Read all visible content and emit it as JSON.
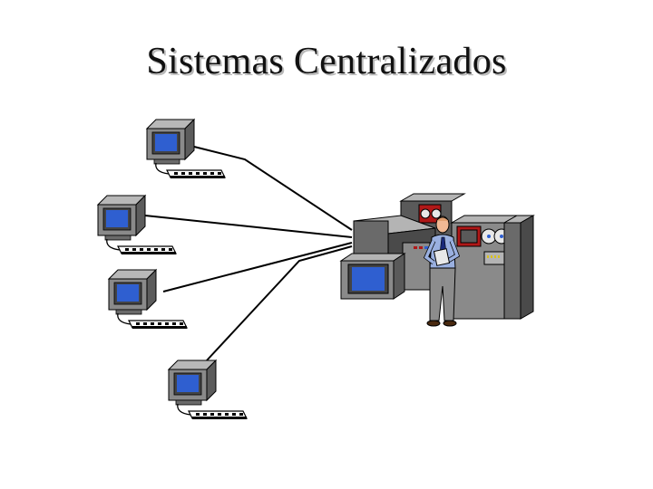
{
  "slide": {
    "title": "Sistemas Centralizados"
  },
  "nodes": {
    "terminals": [
      "terminal-1",
      "terminal-2",
      "terminal-3",
      "terminal-4"
    ],
    "mainframe": "mainframe-computer",
    "operator": "operator-person"
  },
  "colors": {
    "screen": "#2f5fd0",
    "cabinet_dark": "#5a5a5a",
    "cabinet_mid": "#8a8a8a",
    "cabinet_light": "#b4b4b4",
    "accent_red": "#b01818",
    "cable": "#000000"
  }
}
